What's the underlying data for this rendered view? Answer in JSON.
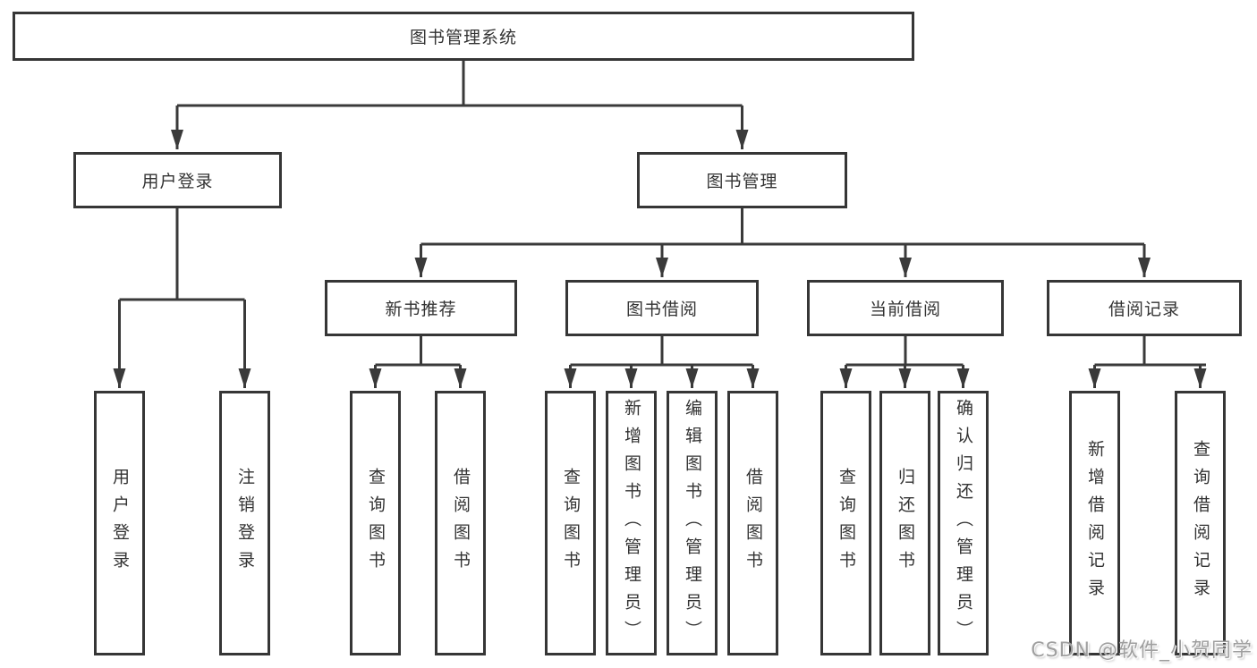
{
  "colors": {
    "background": "#ffffff",
    "box_border": "#363636",
    "line": "#3a3a3a",
    "text": "#333333",
    "watermark_text": "#9f9f9f"
  },
  "watermark": "CSDN @软件_小贺同学",
  "tree": {
    "label": "图书管理系统",
    "children": [
      {
        "label": "用户登录",
        "children": [
          {
            "label": "用户登录"
          },
          {
            "label": "注销登录"
          }
        ]
      },
      {
        "label": "图书管理",
        "children": [
          {
            "label": "新书推荐",
            "children": [
              {
                "label": "查询图书"
              },
              {
                "label": "借阅图书"
              }
            ]
          },
          {
            "label": "图书借阅",
            "children": [
              {
                "label": "查询图书"
              },
              {
                "label": "新增图书（管理员）"
              },
              {
                "label": "编辑图书（管理员）"
              },
              {
                "label": "借阅图书"
              }
            ]
          },
          {
            "label": "当前借阅",
            "children": [
              {
                "label": "查询图书"
              },
              {
                "label": "归还图书"
              },
              {
                "label": "确认归还（管理员）"
              }
            ]
          },
          {
            "label": "借阅记录",
            "children": [
              {
                "label": "新增借阅记录"
              },
              {
                "label": "查询借阅记录"
              }
            ]
          }
        ]
      }
    ]
  }
}
